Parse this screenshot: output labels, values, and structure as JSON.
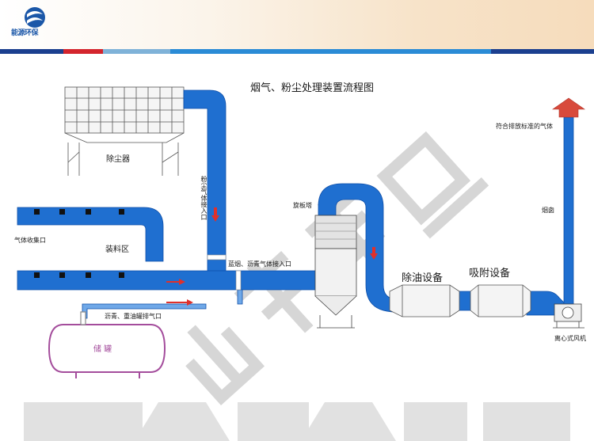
{
  "header": {
    "logo_text": "能源环保",
    "stripe_colors": [
      "#1b3f8f",
      "#d4252d",
      "#2a8bd6",
      "#7fb2d8",
      "#1b3f8f"
    ]
  },
  "diagram": {
    "title": "烟气、粉尘处理装置流程图",
    "labels": {
      "dust_collector": "除尘器",
      "dust_gas_inlet": "粉尘气体接入口",
      "gas_collection_port": "气体收集口",
      "loading_area": "装料区",
      "asphalt_gas_inlet": "蓝烟、沥青气体接入口",
      "tank_exhaust": "沥青、重油罐排气口",
      "storage_tank": "储 罐",
      "spin_tower": "旋板塔",
      "oil_removal": "除油设备",
      "adsorption": "吸附设备",
      "chimney": "烟囱",
      "standard_gas": "符合排放标准的气体",
      "fan": "离心式风机"
    },
    "watermark": "山东蓝通",
    "colors": {
      "duct": "#1f6fd0",
      "duct_dark": "#0f4fa8",
      "arrow": "#e0302a",
      "tank": "#a44d9c",
      "watermark": "#d9d9d9"
    }
  }
}
